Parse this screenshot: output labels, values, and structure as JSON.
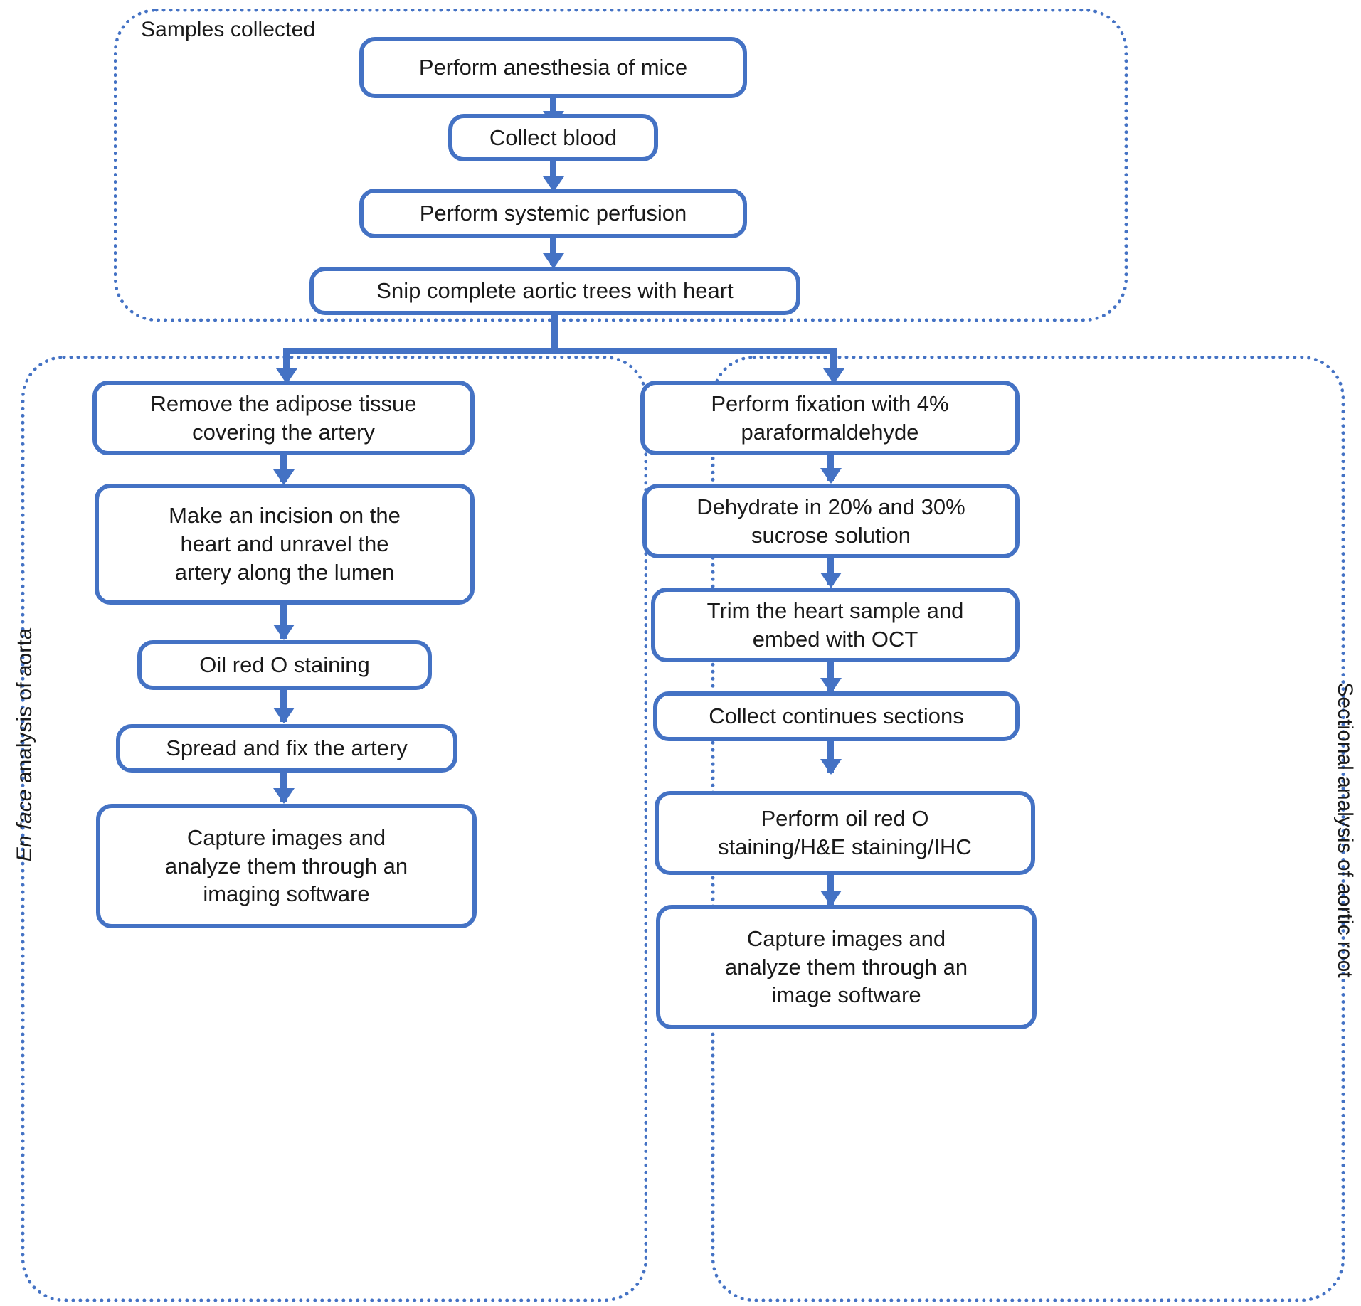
{
  "figure": {
    "type": "flowchart",
    "title": "Workflow for en face and sectional analysis of mouse aorta"
  },
  "groups": {
    "samples": {
      "label": "Samples collected"
    },
    "enface": {
      "label_prefix": "En face",
      "label_rest": " analysis of aorta"
    },
    "sectional": {
      "label": "Sectional analysis of aortic root"
    }
  },
  "nodes": {
    "samples": [
      {
        "id": "anesthesia",
        "text": "Perform anesthesia of mice"
      },
      {
        "id": "collect-blood",
        "text": "Collect blood"
      },
      {
        "id": "perfusion",
        "text": "Perform systemic perfusion"
      },
      {
        "id": "snip-aorta",
        "text": "Snip complete aortic trees with heart"
      }
    ],
    "enface": [
      {
        "id": "remove-adipose",
        "text": "Remove the adipose tissue\ncovering the artery"
      },
      {
        "id": "incision",
        "text": "Make an incision on the\nheart and unravel the\nartery along the lumen"
      },
      {
        "id": "oil-red-o",
        "text": "Oil red O staining"
      },
      {
        "id": "spread-fix",
        "text": "Spread and fix the artery"
      },
      {
        "id": "capture-enface",
        "text": "Capture images and\nanalyze them through an\nimaging software"
      }
    ],
    "sectional": [
      {
        "id": "fixation",
        "text": "Perform fixation with 4%\nparaformaldehyde"
      },
      {
        "id": "dehydrate",
        "text": "Dehydrate in 20% and 30%\nsucrose solution"
      },
      {
        "id": "trim-embed",
        "text": "Trim the heart sample and\nembed with OCT"
      },
      {
        "id": "collect-sections",
        "text": "Collect continues sections"
      },
      {
        "id": "stain",
        "text": "Perform oil red O\nstaining/H&E staining/IHC"
      },
      {
        "id": "capture-sectional",
        "text": "Capture images and\nanalyze them through an\nimage software"
      }
    ]
  },
  "colors": {
    "accent": "#4472c4",
    "box_border": "#4472c4",
    "box_fill": "#ffffff",
    "text": "#1a1a1a",
    "background": "#ffffff"
  }
}
